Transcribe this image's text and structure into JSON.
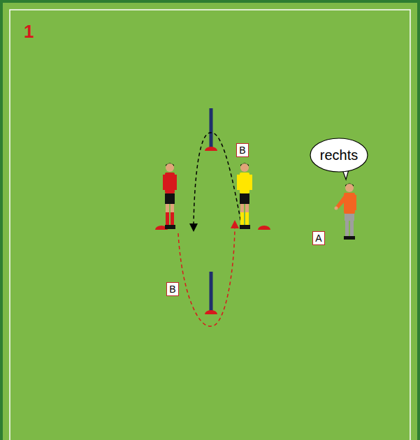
{
  "diagram": {
    "nodes": [
      {
        "text": [
          "rechts"
        ]
      }
    ],
    "labels": [
      "1",
      "B",
      "A",
      "B"
    ]
  }
}
